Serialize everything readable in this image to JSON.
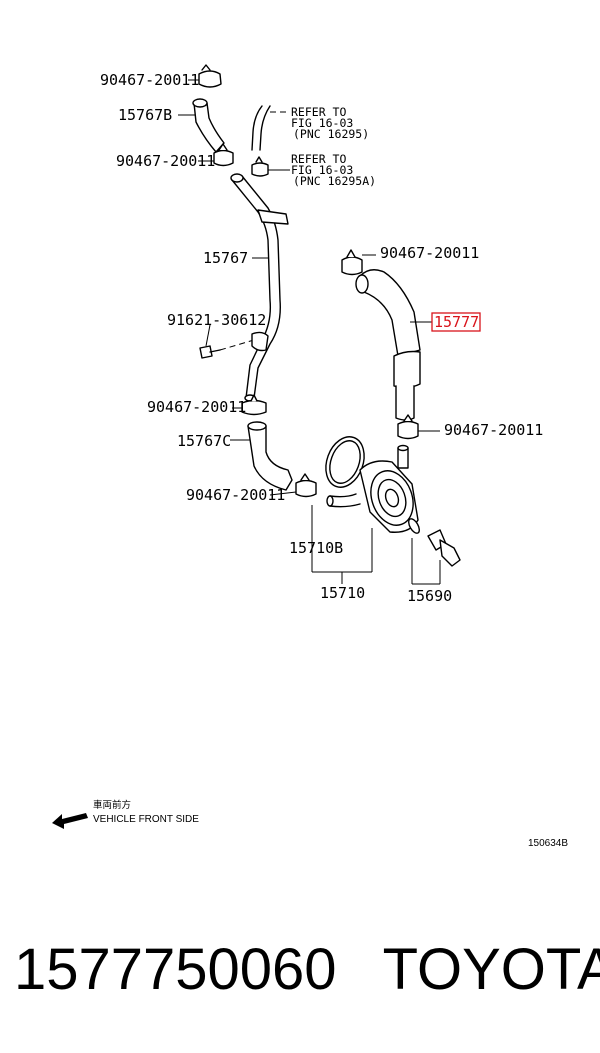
{
  "labels": {
    "clamp_top": "90467-20011",
    "hose_15767b": "15767B",
    "clamp_2": "90467-20011",
    "refer1_l1": "REFER TO",
    "refer1_l2": "FIG 16-03",
    "refer1_l3": "(PNC 16295)",
    "refer2_l1": "REFER TO",
    "refer2_l2": "FIG 16-03",
    "refer2_l3": "(PNC 16295A)",
    "pipe_15767": "15767",
    "clamp_3": "90467-20011",
    "bolt": "91621-30612",
    "hose_15777": "15777",
    "clamp_4": "90467-20011",
    "clamp_5": "90467-20011",
    "hose_15767c": "15767C",
    "clamp_6": "90467-20011",
    "gasket_15710b": "15710B",
    "cooler_15710": "15710",
    "switch_15690": "15690"
  },
  "legend": {
    "japanese": "車両前方",
    "english": "VEHICLE FRONT SIDE",
    "figure_code": "150634B"
  },
  "caption": {
    "part_number": "1577750060",
    "brand": "TOYOTA"
  },
  "colors": {
    "highlight": "#d9141b",
    "ink": "#000000"
  }
}
